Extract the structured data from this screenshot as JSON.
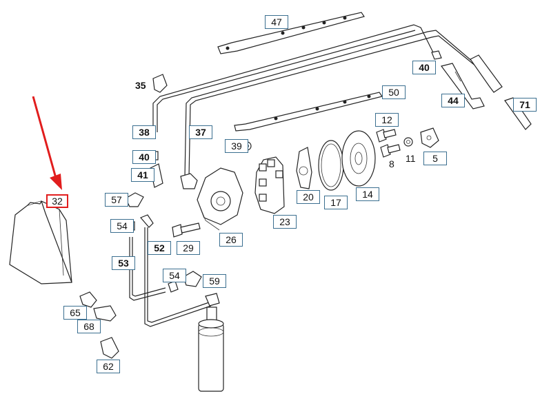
{
  "diagram": {
    "highlight_color": "#e11d1d",
    "callout_border_color": "#3a6e8f",
    "selected_part": "32",
    "labels": {
      "p47": "47",
      "p40a": "40",
      "p35": "35",
      "p50": "50",
      "p44": "44",
      "p71": "71",
      "p12": "12",
      "p38": "38",
      "p37": "37",
      "p39": "39",
      "p40b": "40",
      "p8": "8",
      "p11": "11",
      "p5": "5",
      "p41": "41",
      "p32": "32",
      "p57": "57",
      "p20": "20",
      "p17": "17",
      "p14": "14",
      "p54a": "54",
      "p23": "23",
      "p52": "52",
      "p29": "29",
      "p26": "26",
      "p53": "53",
      "p54b": "54",
      "p59": "59",
      "p65": "65",
      "p68": "68",
      "p62": "62"
    }
  }
}
